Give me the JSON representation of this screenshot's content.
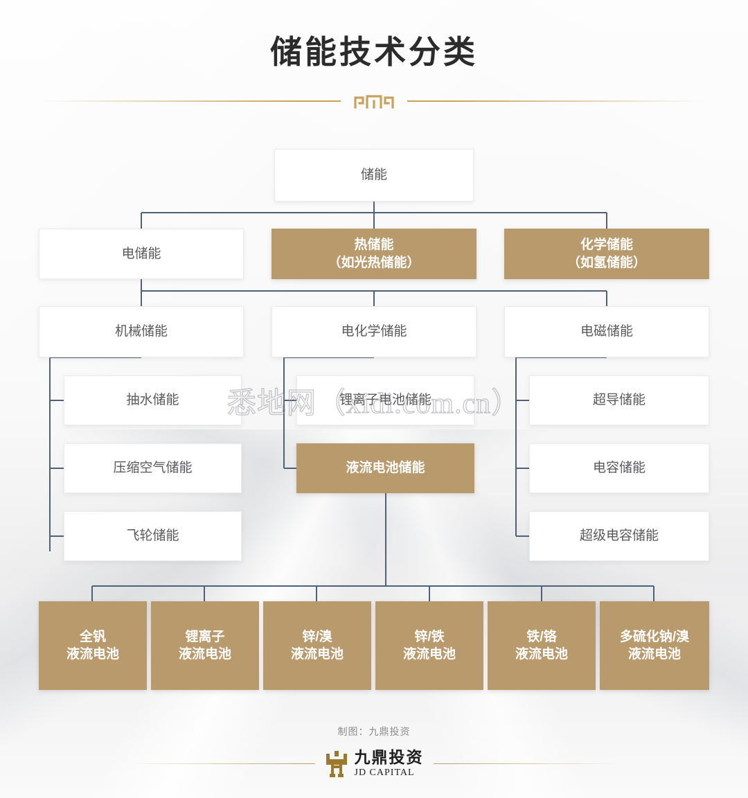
{
  "header": {
    "title": "储能技术分类",
    "ornament_icon": "chinese-key-ornament-icon"
  },
  "watermark": {
    "text": "悉地网（xidi.com.cn）"
  },
  "colors": {
    "gold": "#b89a6d",
    "gold_rule": "#c9a25c",
    "connector": "#4e6179",
    "plain_text": "#58595b",
    "title_text": "#2b2b2b",
    "background": "#f7f7f7"
  },
  "diagram": {
    "type": "tree",
    "root": {
      "id": "n-root",
      "label": "储能",
      "style": "plain"
    },
    "tier2": [
      {
        "id": "n-elec",
        "label": "电储能",
        "style": "plain"
      },
      {
        "id": "n-thermal",
        "label": "热储能\n（如光热储能）",
        "lines": [
          "热储能",
          "（如光热储能）"
        ],
        "style": "gold"
      },
      {
        "id": "n-chem",
        "label": "化学储能\n（如氢储能）",
        "lines": [
          "化学储能",
          "（如氢储能）"
        ],
        "style": "gold"
      }
    ],
    "tier3": [
      {
        "id": "n-mech",
        "label": "机械储能",
        "style": "plain"
      },
      {
        "id": "n-echem",
        "label": "电化学储能",
        "style": "plain"
      },
      {
        "id": "n-emag",
        "label": "电磁储能",
        "style": "plain"
      }
    ],
    "tier4": {
      "mechanical": [
        {
          "id": "n-pumped",
          "label": "抽水储能",
          "style": "plain"
        },
        {
          "id": "n-caes",
          "label": "压缩空气储能",
          "style": "plain"
        },
        {
          "id": "n-flywheel",
          "label": "飞轮储能",
          "style": "plain"
        }
      ],
      "electrochemical": [
        {
          "id": "n-liion",
          "label": "锂离子电池储能",
          "style": "plain"
        },
        {
          "id": "n-flow",
          "label": "液流电池储能",
          "style": "gold"
        }
      ],
      "electromagnetic": [
        {
          "id": "n-smes",
          "label": "超导储能",
          "style": "plain"
        },
        {
          "id": "n-cap",
          "label": "电容储能",
          "style": "plain"
        },
        {
          "id": "n-supercap",
          "label": "超级电容储能",
          "style": "plain"
        }
      ]
    },
    "tier5": [
      {
        "id": "n-fb-v",
        "lines": [
          "全钒",
          "液流电池"
        ],
        "label": "全钒液流电池",
        "style": "gold"
      },
      {
        "id": "n-fb-li",
        "lines": [
          "锂离子",
          "液流电池"
        ],
        "label": "锂离子液流电池",
        "style": "gold"
      },
      {
        "id": "n-fb-znbr",
        "lines": [
          "锌/溴",
          "液流电池"
        ],
        "label": "锌/溴液流电池",
        "style": "gold"
      },
      {
        "id": "n-fb-znfe",
        "lines": [
          "锌/铁",
          "液流电池"
        ],
        "label": "锌/铁液流电池",
        "style": "gold"
      },
      {
        "id": "n-fb-fecr",
        "lines": [
          "铁/铬",
          "液流电池"
        ],
        "label": "铁/铬液流电池",
        "style": "gold"
      },
      {
        "id": "n-fb-nabr",
        "lines": [
          "多硫化钠/溴",
          "液流电池"
        ],
        "label": "多硫化钠/溴液流电池",
        "style": "gold"
      }
    ]
  },
  "footer": {
    "credit": "制图：九鼎投资",
    "logo_cn": "九鼎投资",
    "logo_en": "JD CAPITAL",
    "logo_icon": "jd-capital-ding-logo-icon"
  }
}
